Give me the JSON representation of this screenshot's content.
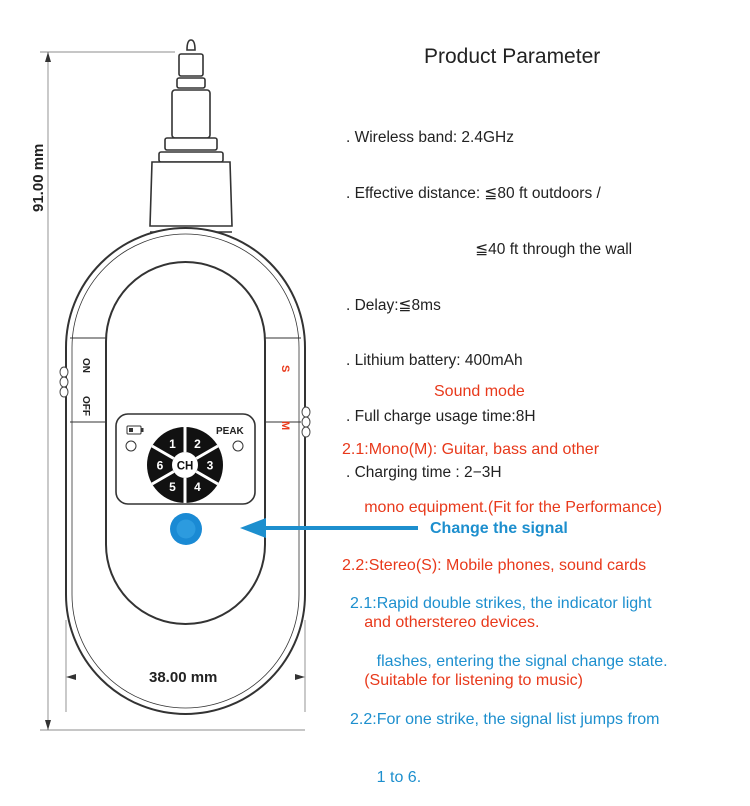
{
  "title": "Product Parameter",
  "params": [
    ". Wireless band: 2.4GHz",
    ". Effective distance: ≦80 ft outdoors /",
    "                              ≦40 ft through the wall",
    ". Delay:≦8ms",
    ". Lithium battery: 400mAh",
    ". Full charge usage time:8H",
    ". Charging time : 2−3H"
  ],
  "sound_mode": {
    "heading": "Sound mode",
    "lines": [
      "2.1:Mono(M): Guitar, bass and other",
      "     mono equipment.(Fit for the Performance)",
      "2.2:Stereo(S): Mobile phones, sound cards",
      "     and otherstereo devices.",
      "     (Suitable for listening to music)"
    ]
  },
  "change_signal": {
    "heading": "Change the signal",
    "lines": [
      "2.1:Rapid double strikes, the indicator light",
      "      flashes, entering the signal change state.",
      "2.2:For one strike, the signal list jumps from",
      "      1 to 6."
    ]
  },
  "dimensions": {
    "width": "38.00 mm",
    "height": "91.00 mm"
  },
  "device": {
    "switch_left": {
      "on": "ON",
      "off": "OFF"
    },
    "switch_right": {
      "s": "S",
      "m": "M"
    },
    "peak_label": "PEAK",
    "channel_center": "CH",
    "channels": [
      "1",
      "2",
      "3",
      "4",
      "5",
      "6"
    ]
  },
  "colors": {
    "sound_mode": "#e8391b",
    "signal": "#1d8fce",
    "button": "#1a8ad4",
    "outline": "#333333"
  },
  "icons": [
    "battery-icon",
    "peak-led-icon",
    "power-led-icon",
    "signal-button-icon",
    "arrow-left-icon"
  ]
}
